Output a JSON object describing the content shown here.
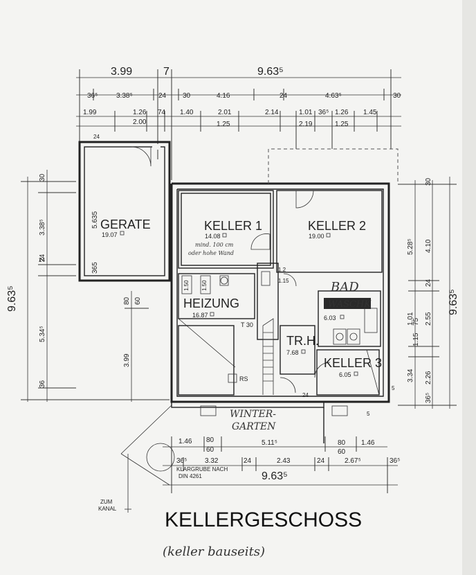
{
  "title": "KELLERGESCHOSS",
  "subtitle": "(keller bauseits)",
  "rooms": {
    "geraete": {
      "name": "GERATE",
      "area": "19.07",
      "dim_a": "5.635",
      "dim_b": "365"
    },
    "keller1": {
      "name": "KELLER 1",
      "area": "14.08",
      "note1": "mind. 100 cm",
      "note2": "oder hohe Wand"
    },
    "keller2": {
      "name": "KELLER 2",
      "area": "19.00"
    },
    "bad": {
      "name": "BAD",
      "overlay": "WASCHK",
      "area": "6.03"
    },
    "heizung": {
      "name": "HEIZUNG",
      "area": "16.87"
    },
    "trh": {
      "name": "TR.H.",
      "area": "7.68"
    },
    "keller3": {
      "name": "KELLER 3",
      "area": "6.05"
    },
    "wintergarten": {
      "line1": "WINTER-",
      "line2": "GARTEN"
    }
  },
  "labels": {
    "t30": "T 30",
    "rs": "RS",
    "klaergrube1": "KLARGRUBE NACH",
    "klaergrube2": "DIN 4261",
    "zum": "ZUM",
    "kanal": "KANAL"
  },
  "dims": {
    "top1": [
      "3.99",
      "7",
      "9.63⁵"
    ],
    "top2": [
      "36⁵",
      "3.38⁵",
      "24",
      "30",
      "4.16",
      "24",
      "4.63⁵",
      "30"
    ],
    "top3": [
      "1.99",
      "1.26",
      "74",
      "1.40",
      "2.01",
      "2.14",
      "1.01",
      "36⁵",
      "1.26",
      "1.45"
    ],
    "top4": [
      "2.00",
      "1.25",
      "2.19",
      "1.25"
    ],
    "left_big": "9.63⁵",
    "left": [
      "30",
      "3.38⁵",
      "24",
      "5.34⁵",
      "36"
    ],
    "left_inner": [
      "80",
      "60",
      "3.99"
    ],
    "right_big": "9.63⁵",
    "right": [
      "30",
      "4.10",
      "24",
      "2.55",
      "75",
      "2.26",
      "36⁵"
    ],
    "right_inner": [
      "5.28⁵",
      "1.01",
      "1.15",
      "3.34"
    ],
    "bottom1": [
      "1.46",
      "80",
      "60",
      "5.11⁵",
      "80",
      "60",
      "1.46"
    ],
    "bottom2": [
      "36⁵",
      "3.32",
      "24",
      "2.43",
      "24",
      "2.67⁵",
      "36⁵"
    ],
    "bottom_total": "9.63⁵",
    "misc": [
      "24",
      "24",
      "24",
      "5",
      "5",
      "1.50",
      "1.50",
      "1.2",
      "1.15"
    ]
  }
}
